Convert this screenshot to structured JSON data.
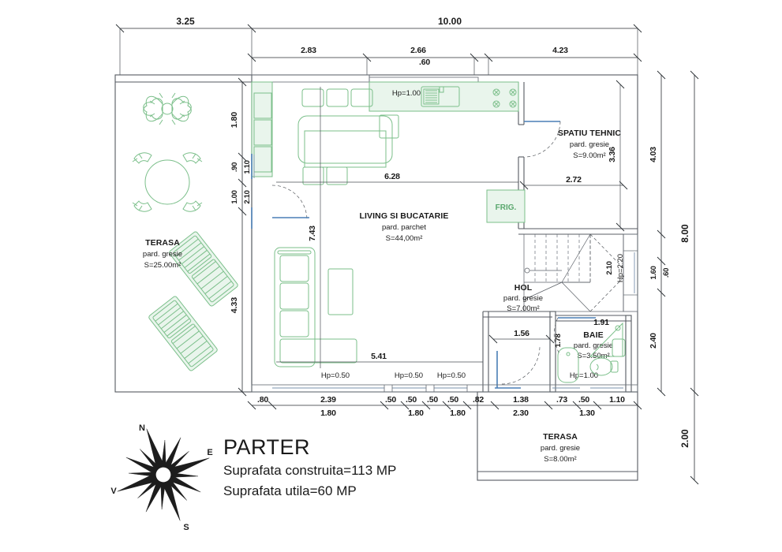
{
  "drawing": {
    "title": "PARTER",
    "area_built_label": "Suprafata construita=113 MP",
    "area_usable_label": "Suprafata utila=60 MP"
  },
  "compass": {
    "n": "N",
    "e": "E",
    "s": "S",
    "v": "V"
  },
  "rooms": [
    {
      "id": "terasa-vest",
      "name": "TERASA",
      "finish": "pard. gresie",
      "area": "S=25.00m²"
    },
    {
      "id": "living-bucatarie",
      "name": "LIVING SI BUCATARIE",
      "finish": "pard. parchet",
      "area": "S=44,00m²"
    },
    {
      "id": "spatiu-tehnic",
      "name": "SPATIU TEHNIC",
      "finish": "pard. gresie",
      "area": "S=9.00m²"
    },
    {
      "id": "hol",
      "name": "HOL",
      "finish": "pard. gresie",
      "area": "S=7.00m²"
    },
    {
      "id": "baie",
      "name": "BAIE",
      "finish": "pard. gresie",
      "area": "S=3.50m²"
    },
    {
      "id": "terasa-sud",
      "name": "TERASA",
      "finish": "pard. gresie",
      "area": "S=8.00m²"
    }
  ],
  "labels": {
    "fridge": "FRIG."
  },
  "dimensions": {
    "top_outer": [
      "3.25",
      "10.00"
    ],
    "top_inner": [
      "2.83",
      "2.66",
      ".60",
      "4.23"
    ],
    "left_chain": [
      "1.80",
      ".90",
      "1.10",
      "1.00",
      "2.10",
      "4.33"
    ],
    "right_chain": [
      "4.03",
      "1.60",
      ".60",
      "2.40"
    ],
    "right_outer": [
      "8.00",
      "2.00"
    ],
    "bottom_chain": [
      ".80",
      "2.39",
      "1.80",
      ".50",
      ".50",
      "1.80",
      ".50",
      ".50",
      "1.80",
      ".82",
      "1.38",
      "2.30",
      ".73",
      ".50",
      "1.30",
      "1.10"
    ],
    "interior": [
      "6.28",
      "7.43",
      "5.41",
      "2.72",
      "3.36",
      "1.56",
      "1.91",
      "1.78",
      "2.10",
      "2.20"
    ]
  },
  "openings": {
    "hp_kitchen": "Hp=1.00",
    "hp_living_1": "Hp=0.50",
    "hp_living_2": "Hp=0.50",
    "hp_living_3": "Hp=0.50",
    "hp_baie": "Hp=1.00",
    "hp_stair": "Hp=2.20"
  },
  "colors": {
    "furniture": "#7bbf8a",
    "wall": "#555a60",
    "door": "#4a7fb5",
    "dimension": "#2a2e33"
  }
}
